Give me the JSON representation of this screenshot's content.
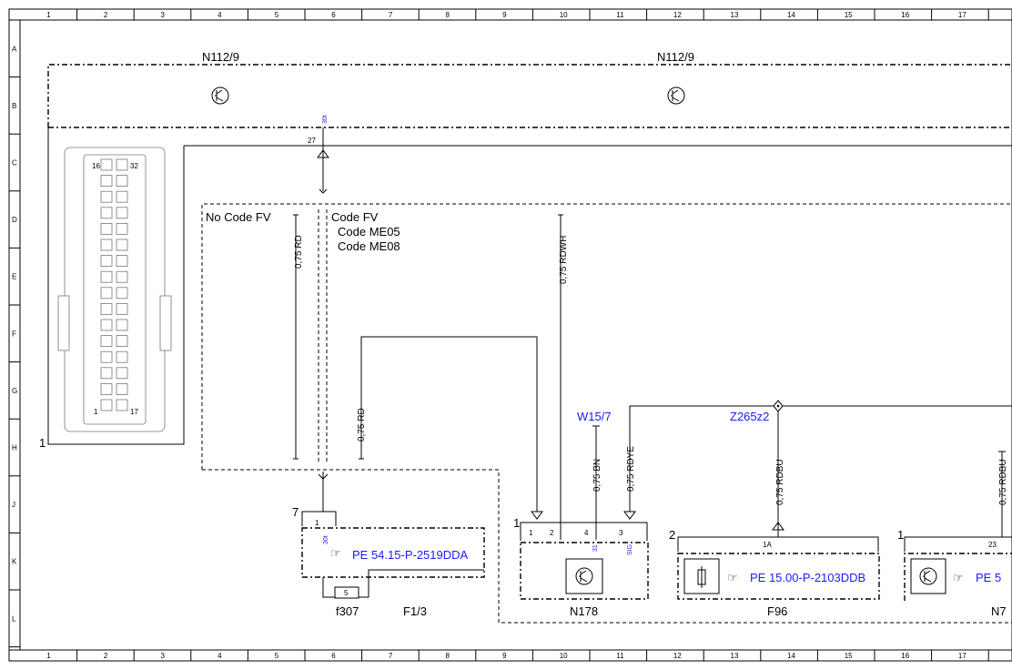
{
  "grid": {
    "columns": [
      "1",
      "2",
      "3",
      "4",
      "5",
      "6",
      "7",
      "8",
      "9",
      "10",
      "11",
      "12",
      "13",
      "14",
      "15",
      "16",
      "17"
    ],
    "rows": [
      "A",
      "B",
      "C",
      "D",
      "E",
      "F",
      "G",
      "H",
      "J",
      "K",
      "L"
    ]
  },
  "components": {
    "n112_left": "N112/9",
    "n112_right": "N112/9",
    "n178": "N178",
    "f96": "F96",
    "n7": "N7",
    "f307": "f307",
    "f1_3": "F1/3",
    "w15_7": "W15/7",
    "z265z2": "Z265z2"
  },
  "codes": {
    "no_code": "No Code FV",
    "code_fv": "Code FV",
    "code_me05": "Code ME05",
    "code_me08": "Code ME08"
  },
  "wires": {
    "rd_a": "0,75 RD",
    "rdwh": "0,75 RDWH",
    "rd_b": "0,75 RD",
    "bn": "0,75 BN",
    "rdye": "0,75 RDYE",
    "rdbu": "0,75 RDBU",
    "rdbu2": "0,75 RDBU"
  },
  "pins": {
    "p27": "27",
    "p30t": "30t",
    "p7": "7",
    "p1_fuse": "1",
    "p30t_b": "30t",
    "p5": "5",
    "n178_1": "1",
    "n178_p1": "1",
    "n178_p2": "2",
    "n178_p4": "4",
    "n178_p3": "3",
    "n178_31": "31",
    "n178_sig": "SIG",
    "f96_2": "2",
    "f96_1a": "1A",
    "n7_1": "1",
    "n7_23": "23",
    "conn_16": "16",
    "conn_32": "32",
    "conn_1": "1",
    "conn_17": "17",
    "conn_label": "1"
  },
  "refs": {
    "pe_54": "PE 54.15-P-2519DDA",
    "pe_15": "PE 15.00-P-2103DDB",
    "pe_5": "PE 5"
  }
}
